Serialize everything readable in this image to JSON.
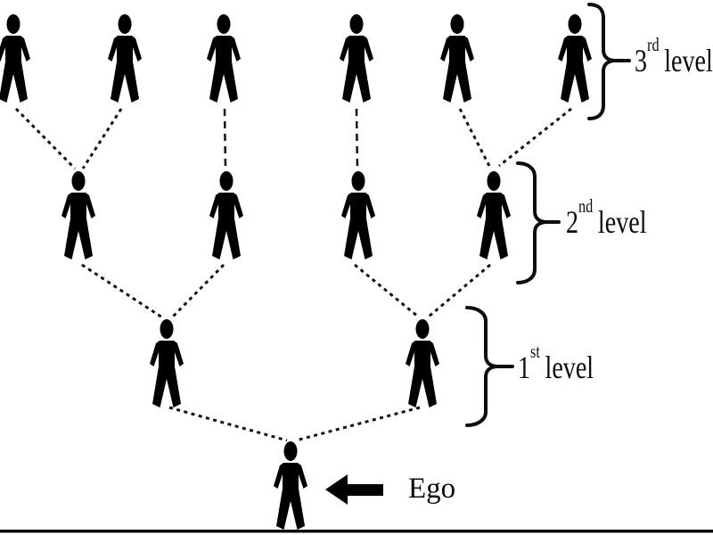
{
  "diagram": {
    "background_color": "#ffffff",
    "figure_color": "#000000",
    "line_color": "#111111",
    "levels": [
      {
        "ordinal": "1",
        "suffix": "st",
        "word": "level",
        "person_count": 2
      },
      {
        "ordinal": "2",
        "suffix": "nd",
        "word": "level",
        "person_count": 4
      },
      {
        "ordinal": "3",
        "suffix": "rd",
        "word": "level",
        "person_count": 6
      }
    ],
    "ego": {
      "label": "Ego",
      "person_count": 1
    }
  }
}
